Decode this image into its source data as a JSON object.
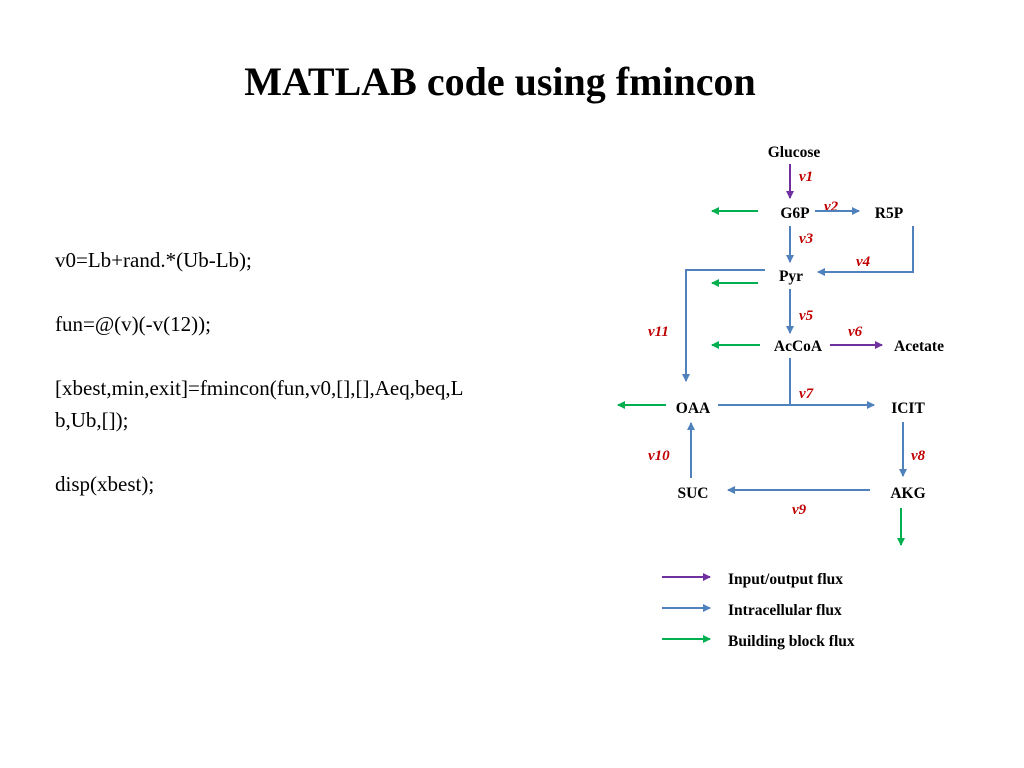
{
  "title": "MATLAB code using fmincon",
  "code": {
    "line1": "v0=Lb+rand.*(Ub-Lb);",
    "line2": "fun=@(v)(-v(12));",
    "line3a": "[xbest,min,exit]=fmincon(fun,v0,[],[],Aeq,beq,L",
    "line3b": "b,Ub,[]);",
    "line4": "disp(xbest);"
  },
  "diagram": {
    "nodes": {
      "glucose": "Glucose",
      "g6p": "G6P",
      "r5p": "R5P",
      "pyr": "Pyr",
      "accoa": "AcCoA",
      "acetate": "Acetate",
      "oaa": "OAA",
      "icit": "ICIT",
      "suc": "SUC",
      "akg": "AKG"
    },
    "fluxes": {
      "v1": "v1",
      "v2": "v2",
      "v3": "v3",
      "v4": "v4",
      "v5": "v5",
      "v6": "v6",
      "v7": "v7",
      "v8": "v8",
      "v9": "v9",
      "v10": "v10",
      "v11": "v11"
    },
    "legend": {
      "io": "Input/output flux",
      "intra": "Intracellular flux",
      "building": "Building block flux"
    },
    "colors": {
      "io": "#7030a0",
      "intra": "#4f81bd",
      "building": "#00b050",
      "flux_label": "#c00000"
    }
  }
}
